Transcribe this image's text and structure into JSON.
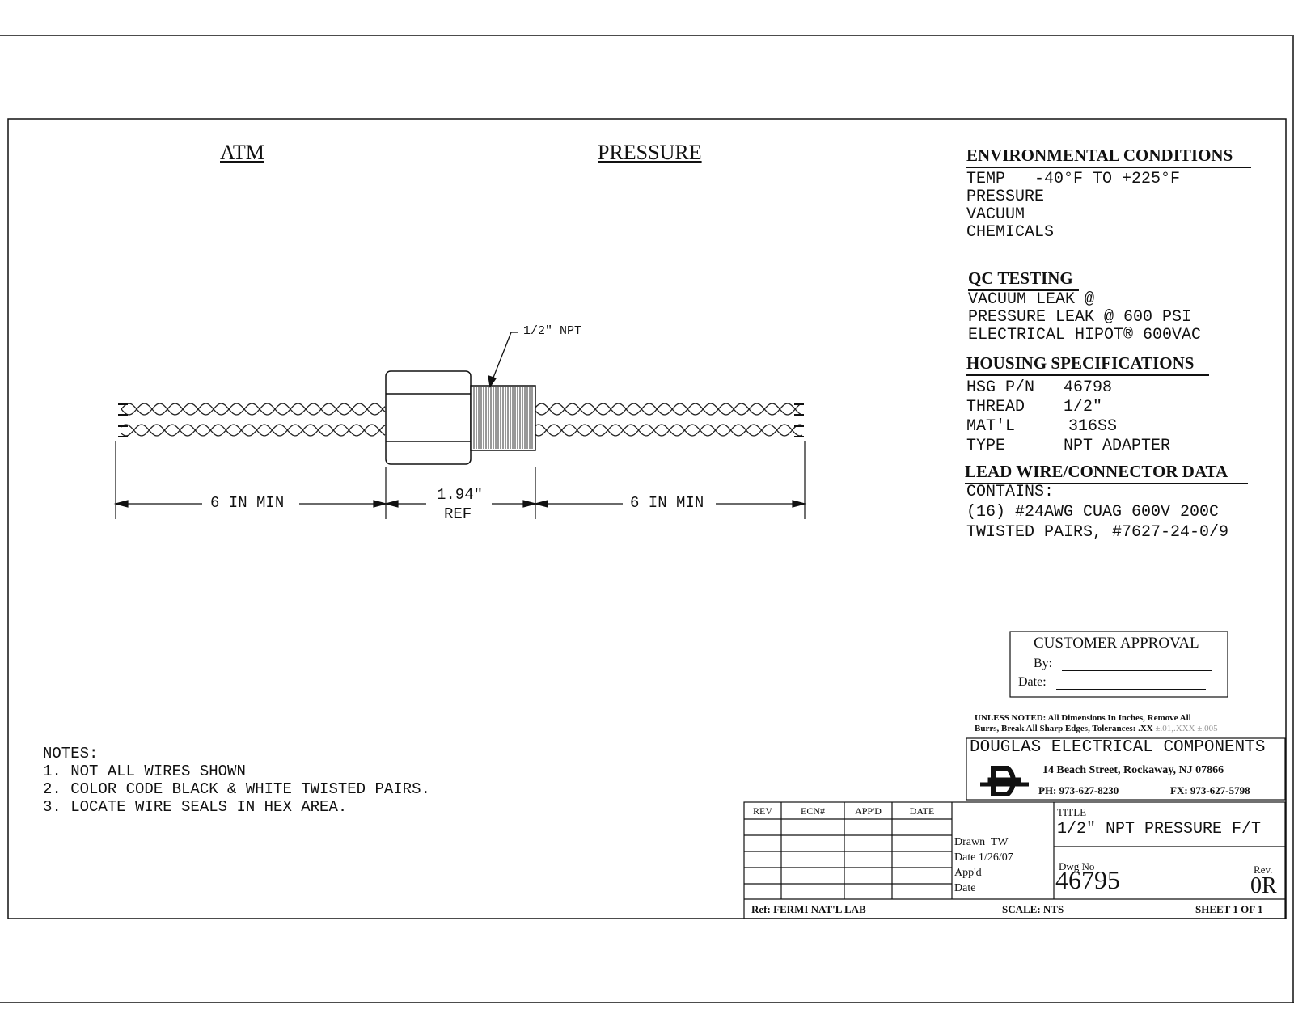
{
  "labels": {
    "atm": "ATM",
    "pressure": "PRESSURE",
    "npt_callout": "1/2\" NPT",
    "dim_left": "6 IN MIN",
    "dim_center_value": "1.94\"",
    "dim_center_ref": "REF",
    "dim_right": "6 IN MIN"
  },
  "environmental": {
    "title": "ENVIRONMENTAL CONDITIONS",
    "lines": [
      "TEMP   -40°F TO +225°F",
      "PRESSURE",
      "VACUUM",
      "CHEMICALS"
    ]
  },
  "qc": {
    "title": "QC TESTING",
    "lines": [
      "VACUUM LEAK @",
      "PRESSURE LEAK @ 600 PSI",
      "ELECTRICAL HIPOT® 600VAC"
    ]
  },
  "housing": {
    "title": "HOUSING SPECIFICATIONS",
    "rows": [
      {
        "k": "HSG P/N",
        "v": "46798"
      },
      {
        "k": "THREAD",
        "v": "1/2\""
      },
      {
        "k": "MAT'L",
        "v": "316SS"
      },
      {
        "k": "TYPE",
        "v": "NPT ADAPTER"
      }
    ]
  },
  "leadwire": {
    "title": "LEAD WIRE/CONNECTOR DATA",
    "lines": [
      "CONTAINS:",
      "(16) #24AWG CUAG 600V 200C",
      "TWISTED PAIRS, #7627-24-0/9"
    ]
  },
  "approval": {
    "title": "CUSTOMER APPROVAL",
    "by": "By:",
    "date": "Date:"
  },
  "unless_noted": {
    "line1": "UNLESS NOTED: All Dimensions In Inches, Remove All",
    "line2": "Burrs, Break All Sharp Edges, Tolerances: .XX",
    "line2_faint": "±.01,.XXX ±.005"
  },
  "company": {
    "name": "DOUGLAS ELECTRICAL COMPONENTS",
    "address": "14 Beach Street, Rockaway, NJ 07866",
    "phone": "PH: 973-627-8230",
    "fax": "FX: 973-627-5798"
  },
  "notes": {
    "heading": "NOTES:",
    "items": [
      "1. NOT ALL WIRES SHOWN",
      "2. COLOR CODE BLACK & WHITE TWISTED PAIRS.",
      "3. LOCATE WIRE SEALS IN HEX AREA."
    ]
  },
  "revision_table": {
    "headers": [
      "REV",
      "ECN#",
      "APP'D",
      "DATE"
    ]
  },
  "drawn": {
    "drawn": "Drawn  TW",
    "date": "Date 1/26/07",
    "appd": "App'd",
    "date2": "Date"
  },
  "title_block": {
    "title_label": "TITLE",
    "title": "1/2\" NPT PRESSURE F/T",
    "dwg_label": "Dwg No",
    "dwg_no": "46795",
    "rev_label": "Rev.",
    "rev": "0R",
    "ref": "Ref: FERMI NAT'L LAB",
    "scale": "SCALE: NTS",
    "sheet": "SHEET 1 OF 1"
  }
}
